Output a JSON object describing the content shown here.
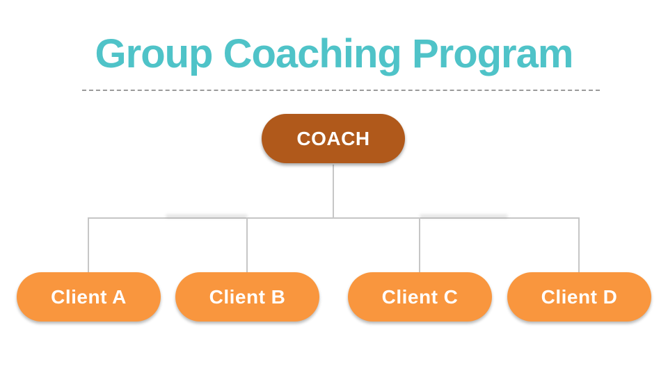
{
  "slide": {
    "title": "Group Coaching Program",
    "colors": {
      "title_text": "#4FC3C8",
      "coach_fill": "#B0591B",
      "client_fill": "#F9963E",
      "node_text": "#FFFFFF",
      "connector_line": "#C6C6C6",
      "divider_dash": "#9A9A9A",
      "background": "#FFFFFF"
    }
  },
  "org_chart": {
    "root": {
      "label": "COACH"
    },
    "children": [
      {
        "label": "Client A"
      },
      {
        "label": "Client B"
      },
      {
        "label": "Client C"
      },
      {
        "label": "Client D"
      }
    ]
  }
}
